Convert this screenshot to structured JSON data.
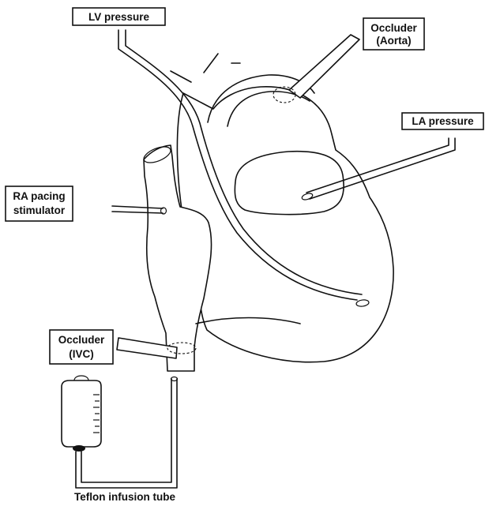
{
  "labels": {
    "lv_pressure": "LV pressure",
    "occluder_aorta_line1": "Occluder",
    "occluder_aorta_line2": "(Aorta)",
    "la_pressure": "LA pressure",
    "ra_pacing_line1": "RA pacing",
    "ra_pacing_line2": "stimulator",
    "occluder_ivc_line1": "Occluder",
    "occluder_ivc_line2": "(IVC)",
    "teflon_tube": "Teflon infusion tube"
  },
  "colors": {
    "line": "#111111",
    "background": "#ffffff"
  }
}
